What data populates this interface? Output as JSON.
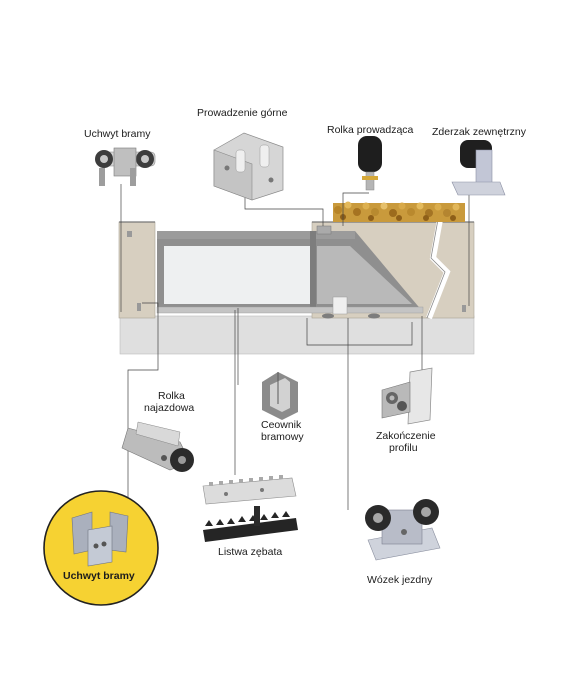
{
  "labels": {
    "uchwyt_bramy_top": "Uchwyt bramy",
    "prowadzenie_gorne": "Prowadzenie górne",
    "rolka_prowadzaca": "Rolka prowadząca",
    "zderzak_zewnetrzny": "Zderzak zewnętrzny",
    "rolka_najazdowa_1": "Rolka",
    "rolka_najazdowa_2": "najazdowa",
    "ceownik_1": "Ceownik",
    "ceownik_2": "bramowy",
    "zakonczenie_1": "Zakończenie",
    "zakonczenie_2": "profilu",
    "listwa_zebata": "Listwa zębata",
    "wozek_jezdny": "Wózek jezdny",
    "uchwyt_bramy_highlight": "Uchwyt bramy"
  },
  "colors": {
    "highlight_circle": "#f6d232",
    "wall": "#d9d2c4",
    "ground": "#dedede",
    "gate_frame": "#8d8d8d",
    "gate_panel": "#eef0f1",
    "gravel": "#c79a3b"
  }
}
